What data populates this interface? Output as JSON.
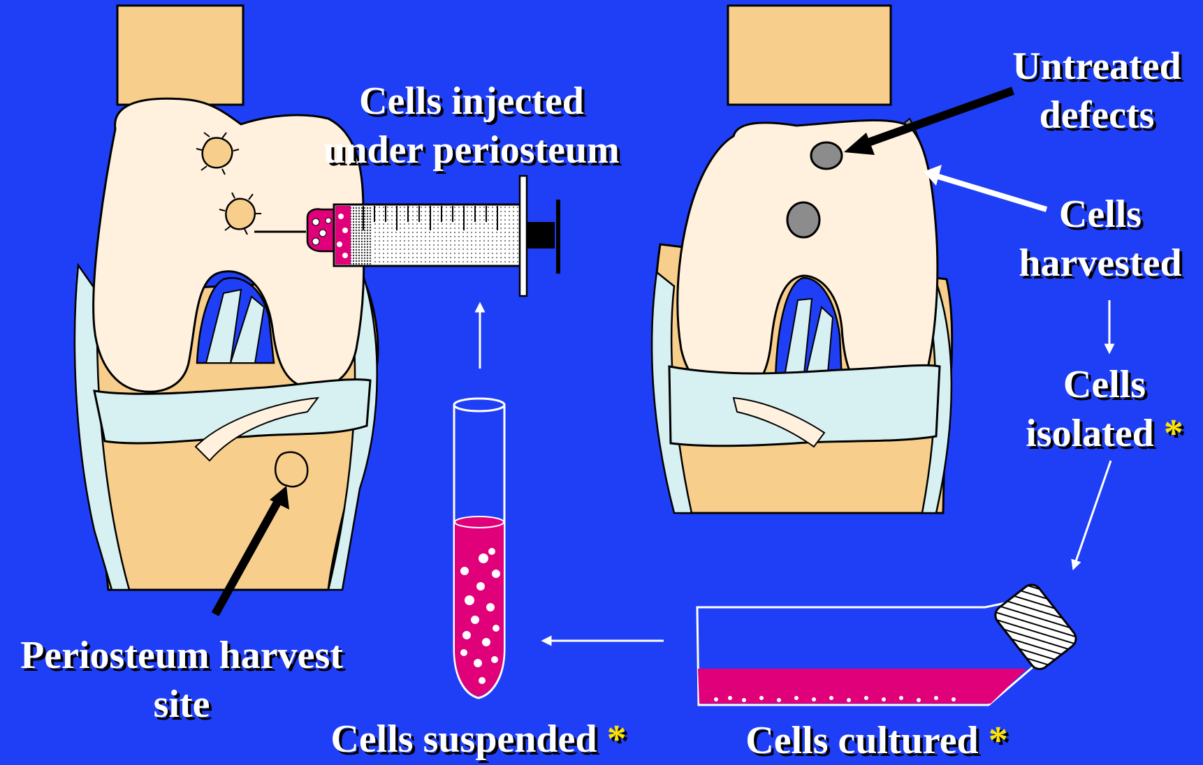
{
  "labels": {
    "injected_line1": "Cells injected",
    "injected_line2": "under periosteum",
    "untreated_line1": "Untreated",
    "untreated_line2": "defects",
    "harvested_line1": "Cells",
    "harvested_line2": "harvested",
    "isolated_line1": "Cells",
    "isolated_line2": "isolated",
    "periosteum_line1": "Periosteum harvest",
    "periosteum_line2": "site",
    "suspended": "Cells suspended",
    "cultured": "Cells cultured",
    "asterisk": "*"
  },
  "colors": {
    "background": "#1F3FF6",
    "bone": "#F7CE8C",
    "cartilage": "#FFF1DE",
    "ligament": "#D7F0F2",
    "cell_medium": "#E0007A",
    "defect": "#8C8C8C",
    "text": "#FFFFFF",
    "asterisk": "#FFE500"
  }
}
